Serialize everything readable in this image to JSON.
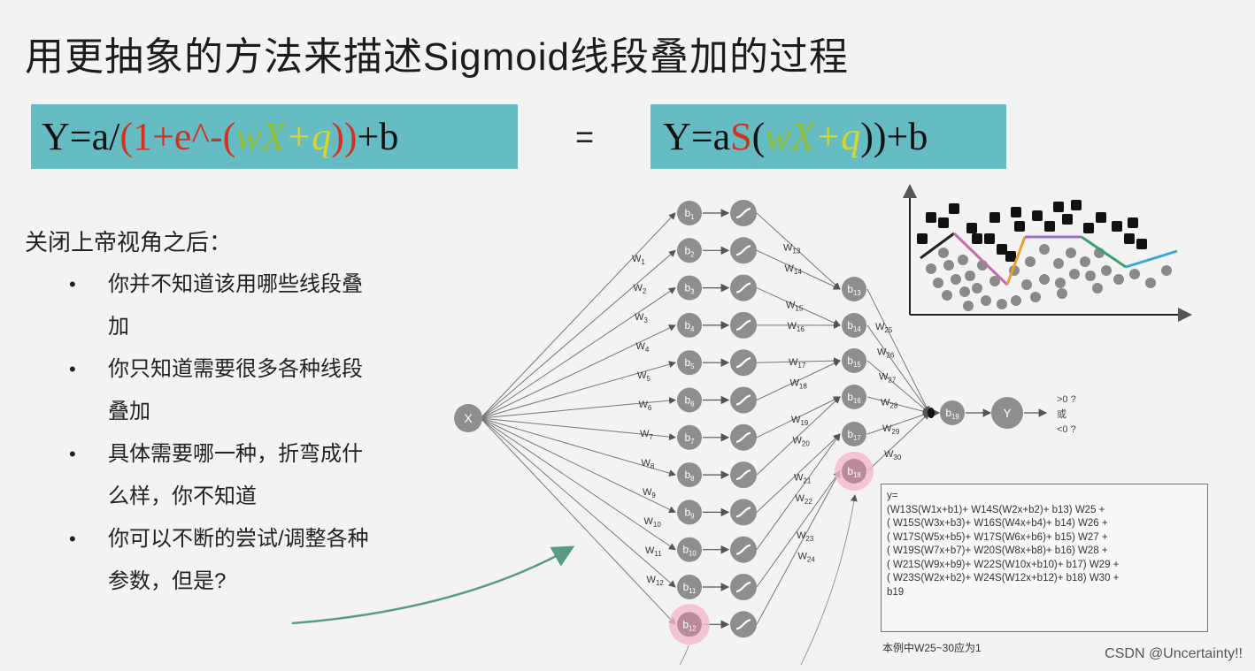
{
  "title": "用更抽象的方法来描述Sigmoid线段叠加的过程",
  "formula_left": {
    "p1": "Y=a/ ",
    "p2": "(1+e^-(",
    "p3": "wX",
    "p4": "+",
    "p5": "q",
    "p6": "))",
    "p7": "+b"
  },
  "equals": "=",
  "formula_right": {
    "p1": "Y=a",
    "p2": "S",
    "p3": "(",
    "p4": "wX",
    "p5": "+",
    "p6": "q",
    "p7": "))+b"
  },
  "intro": "关闭上帝视角之后：",
  "bullets": [
    {
      "l1": "你并不知道该用哪些线段叠",
      "l2": "加"
    },
    {
      "l1": "你只知道需要很多各种线段",
      "l2": "叠加"
    },
    {
      "l1": "具体需要哪一种，折弯成什",
      "l2": "么样，你不知道"
    },
    {
      "l1": "你可以不断的尝试/调整各种",
      "l2": "参数，但是?"
    }
  ],
  "network": {
    "input": "X",
    "layer1_bias": [
      "b1",
      "b2",
      "b3",
      "b4",
      "b5",
      "b6",
      "b7",
      "b8",
      "b9",
      "b10",
      "b11",
      "b12"
    ],
    "layer1_weights": [
      "W1",
      "W2",
      "W3",
      "W4",
      "W5",
      "W6",
      "W7",
      "W8",
      "W9",
      "W10",
      "W11",
      "W12"
    ],
    "layer2_weights": [
      "W13",
      "W14",
      "W15",
      "W16",
      "W17",
      "W18",
      "W19",
      "W20",
      "W21",
      "W22",
      "W23",
      "W24"
    ],
    "layer2_bias": [
      "b13",
      "b14",
      "b15",
      "b16",
      "b17",
      "b18"
    ],
    "layer3_weights": [
      "W25",
      "W26",
      "W27",
      "W28",
      "W29",
      "W30"
    ],
    "output_bias": "b19",
    "output": "Y",
    "output_notes": [
      ">0 ?",
      "或",
      "<0 ?"
    ],
    "highlight_color": "#f2b9c9"
  },
  "equation_lines": [
    "y=",
    "(W13S(W1x+b1)+ W14S(W2x+b2)+ b13) W25 +",
    "( W15S(W3x+b3)+ W16S(W4x+b4)+ b14) W26 +",
    "( W17S(W5x+b5)+ W17S(W6x+b6)+ b15) W27 +",
    "( W19S(W7x+b7)+ W20S(W8x+b8)+ b16) W28 +",
    "( W21S(W9x+b9)+ W22S(W10x+b10)+ b17) W29 +",
    "( W23S(W2x+b2)+ W24S(W12x+b12)+ b18) W30 +",
    "b19"
  ],
  "equation_note": "本例中W25~30应为1",
  "watermark": "CSDN @Uncertainty!!",
  "colors": {
    "formula_bg": "#66bcc3",
    "node": "#8e8e8e",
    "red": "#d2321f",
    "green": "#8fbf37",
    "yellow": "#d8d62c",
    "arrow": "#5a9b88"
  }
}
